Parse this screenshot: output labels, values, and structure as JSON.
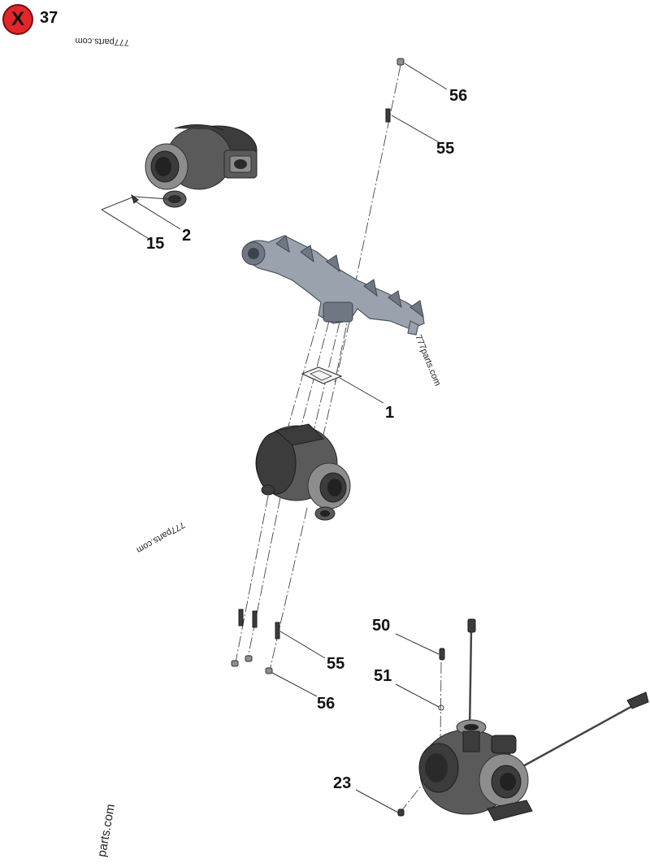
{
  "header": {
    "close_glyph": "X",
    "diagram_number": "37"
  },
  "watermarks": {
    "text": "777parts.com",
    "partial_text": "parts.com"
  },
  "callouts": {
    "c56_top": "56",
    "c55_top": "55",
    "c2": "2",
    "c15": "15",
    "c1": "1",
    "c50": "50",
    "c51": "51",
    "c55_bottom": "55",
    "c56_bottom": "56",
    "c23": "23"
  },
  "colors": {
    "badge_red": "#e3262b",
    "manifold_blue_grey": "#9aa2ad",
    "turbo_dark_grey": "#5a5a5a"
  }
}
